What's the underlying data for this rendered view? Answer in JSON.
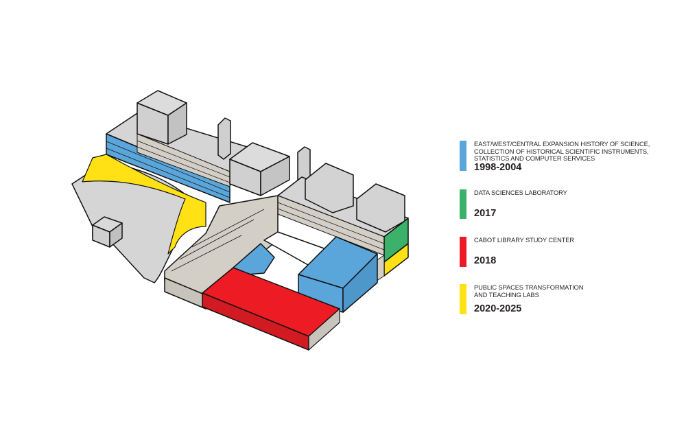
{
  "legend": [
    {
      "description": "EAST/WEST/CENTRAL EXPANSION HISTORY OF SCIENCE, COLLECTION OF HISTORICAL SCIENTIFIC INSTRUMENTS, STATISTICS AND COMPUTER SERVICES",
      "years": "1998-2004",
      "color": "#5aa5d9"
    },
    {
      "description": "DATA SCIENCES LABORATORY",
      "years": "2017",
      "color": "#3cb16a"
    },
    {
      "description": "CABOT LIBRARY STUDY CENTER",
      "years": "2018",
      "color": "#ed1c24"
    },
    {
      "description": "PUBLIC SPACES TRANSFORMATION AND TEACHING LABS",
      "years": "2020-2025",
      "color": "#ffe115"
    }
  ],
  "palette": {
    "existing": "#d3cfc7",
    "roof": "#d5d5d5",
    "outline": "#111111"
  }
}
